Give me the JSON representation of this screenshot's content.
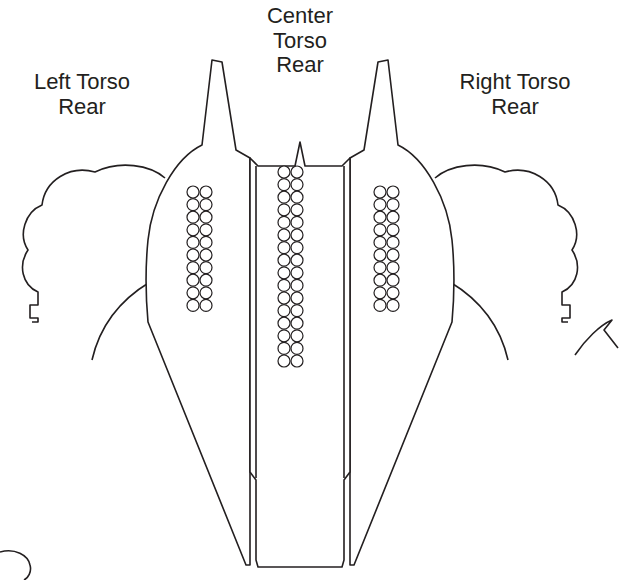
{
  "diagram": {
    "labels": [
      "Left Torso Rear",
      "Center Torso Rear",
      "Right Torso Rear"
    ]
  }
}
